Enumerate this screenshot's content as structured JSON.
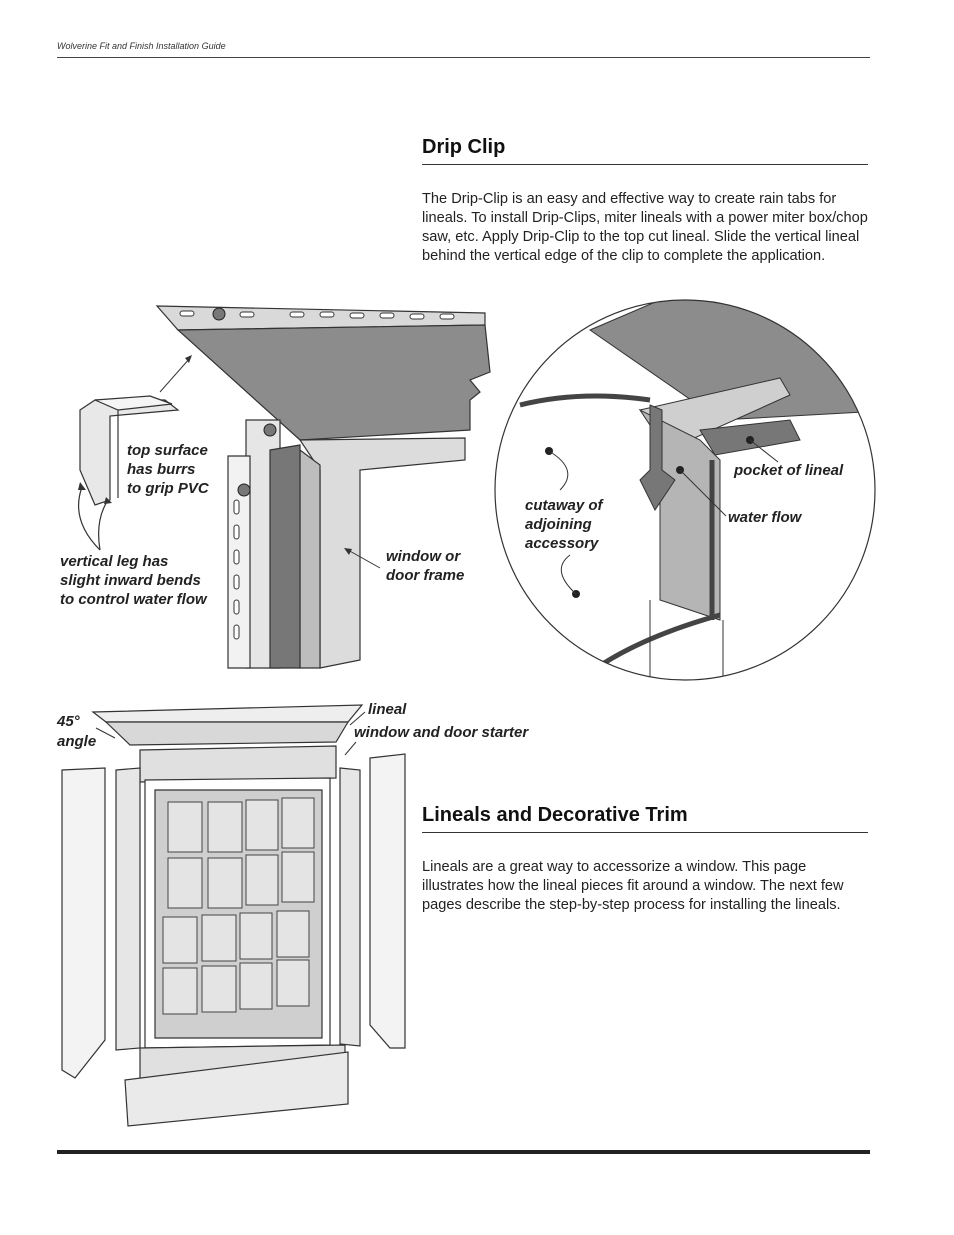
{
  "header": {
    "text": "Wolverine Fit and Finish Installation Guide"
  },
  "drip_clip": {
    "title": "Drip Clip",
    "body": "The Drip-Clip is an easy and effective way to create rain tabs for lineals. To install Drip-Clips, miter lineals with a power miter box/chop saw, etc. Apply Drip-Clip to the top cut lineal. Slide the vertical lineal behind the vertical edge of the clip to complete the application."
  },
  "callouts": {
    "top_surface": "top surface\nhas burrs\nto grip PVC",
    "vertical_leg": "vertical leg has\nslight inward bends\nto control water flow",
    "window_frame": "window or\ndoor frame",
    "cutaway": "cutaway of\nadjoining\naccessory",
    "pocket": "pocket of lineal",
    "water_flow": "water flow",
    "angle": "45°\nangle",
    "lineal": "lineal",
    "starter": "window and door starter"
  },
  "lineals": {
    "title": "Lineals and Decorative Trim",
    "body": "Lineals are a great way to accessorize a window. This page illustrates how the lineal pieces fit around a window. The next few pages describe the step-by-step process for installing the lineals."
  }
}
